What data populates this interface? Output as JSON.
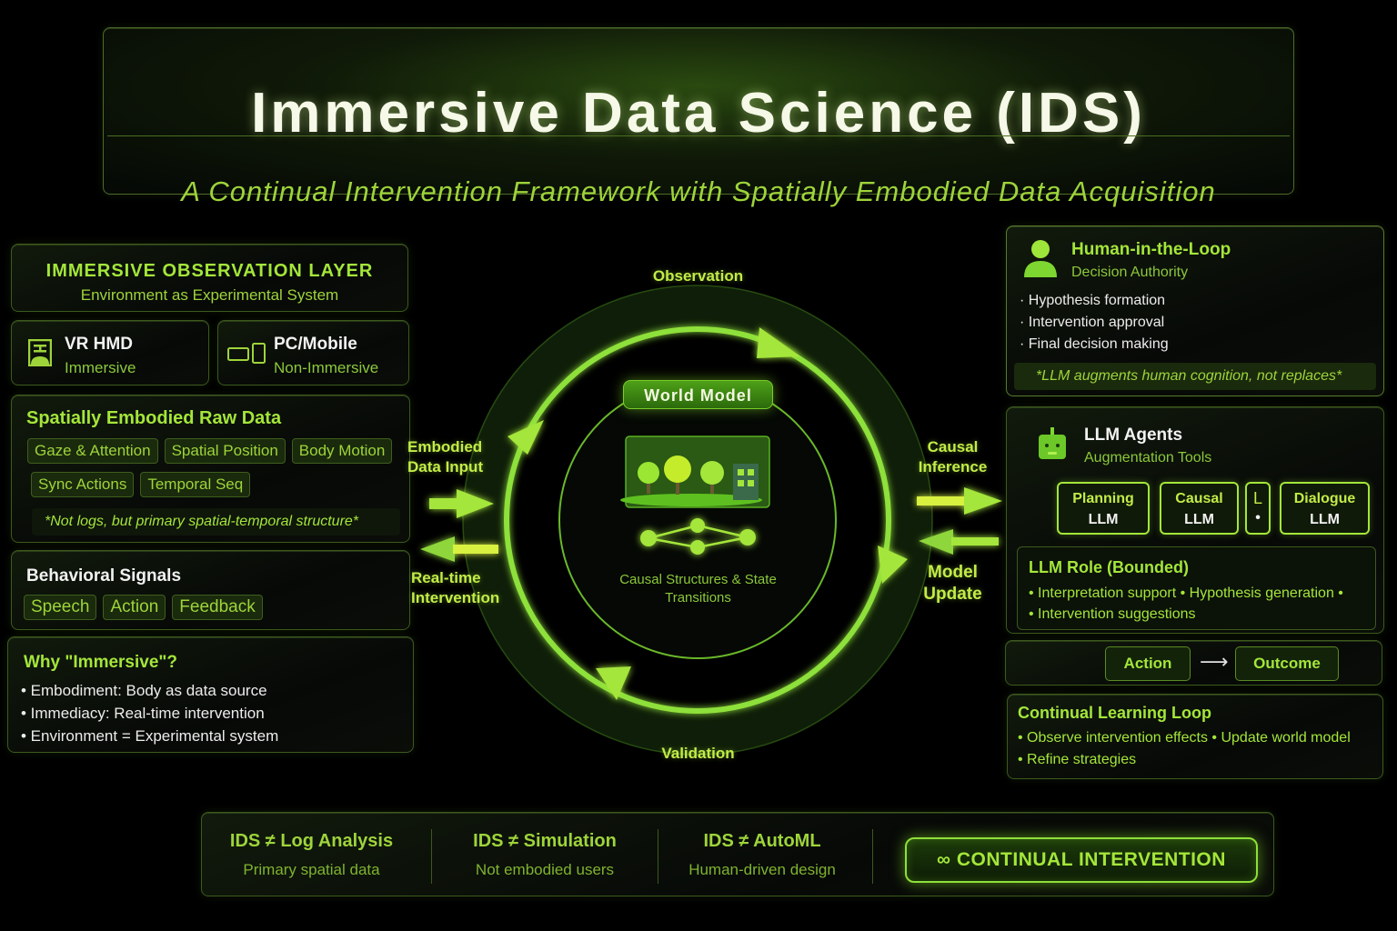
{
  "header": {
    "title": "Immersive Data Science (IDS)",
    "subtitle": "A Continual Intervention Framework with Spatially Embodied Data Acquisition"
  },
  "left": {
    "observation_layer": {
      "title": "IMMERSIVE OBSERVATION LAYER",
      "subtitle": "Environment as Experimental System"
    },
    "devices": [
      {
        "name": "VR HMD",
        "mode": "Immersive",
        "icon": "vr-headset-icon"
      },
      {
        "name": "PC/Mobile",
        "mode": "Non-Immersive",
        "icon": "monitor-phone-icon"
      }
    ],
    "raw_data": {
      "title": "Spatially Embodied Raw Data",
      "chips_row1": [
        "Gaze & Attention",
        "Spatial Position",
        "Body Motion"
      ],
      "chips_row2": [
        "Sync Actions",
        "Temporal Seq"
      ],
      "note": "*Not logs, but primary spatial-temporal structure*"
    },
    "behavioral": {
      "title": "Behavioral Signals",
      "chips": [
        "Speech",
        "Action",
        "Feedback"
      ]
    },
    "why": {
      "title": "Why \"Immersive\"?",
      "items": [
        "• Embodiment: Body as data source",
        "• Immediacy: Real-time intervention",
        "• Environment = Experimental system"
      ]
    }
  },
  "center": {
    "labels": {
      "top": "Observation",
      "bottom": "Validation",
      "left_in": "Embodied\nData Input",
      "left_out": "Real-time\nIntervention",
      "right_out": "Causal\nInference",
      "right_in": "Model\nUpdate"
    },
    "world_model": "World Model",
    "caption_line1": "Causal Structures & State",
    "caption_line2": "Transitions"
  },
  "right": {
    "hitl": {
      "title": "Human-in-the-Loop",
      "subtitle": "Decision Authority",
      "items": [
        "Hypothesis formation",
        "Intervention approval",
        "Final decision making"
      ],
      "quote": "*LLM augments human cognition, not replaces*"
    },
    "llm": {
      "title": "LLM Agents",
      "subtitle": "Augmentation Tools",
      "boxes": [
        {
          "top": "Planning",
          "bottom": "LLM"
        },
        {
          "top": "Causal",
          "bottom": "LLM"
        },
        {
          "top": "L",
          "bottom": "•"
        },
        {
          "top": "Dialogue",
          "bottom": "LLM"
        }
      ],
      "role": {
        "title": "LLM Role (Bounded)",
        "line1": "• Interpretation support  • Hypothesis generation  •",
        "line2": "• Intervention suggestions"
      }
    },
    "action_outcome": {
      "action": "Action",
      "arrow": "⟶",
      "outcome": "Outcome"
    },
    "learning": {
      "title": "Continual Learning Loop",
      "line1": "•  Observe intervention effects  •  Update world model",
      "line2": "•  Refine strategies"
    }
  },
  "footer": {
    "cells": [
      {
        "title": "IDS ≠ Log Analysis",
        "sub": "Primary spatial data"
      },
      {
        "title": "IDS ≠ Simulation",
        "sub": "Not embodied users"
      },
      {
        "title": "IDS ≠ AutoML",
        "sub": "Human-driven design"
      }
    ],
    "highlight": "∞ CONTINUAL INTERVENTION"
  },
  "colors": {
    "accent": "#a4e63a",
    "bright": "#c6f04a",
    "background": "#000000",
    "panel_border": "#3c5a1c"
  }
}
